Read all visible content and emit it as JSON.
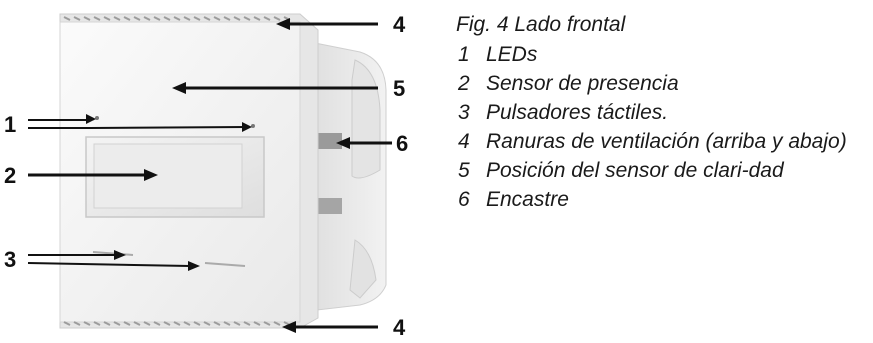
{
  "figure": {
    "caption": "Fig. 4 Lado frontal",
    "callouts": [
      "1",
      "2",
      "3",
      "4",
      "5",
      "6"
    ]
  },
  "legend": [
    {
      "num": "1",
      "text": "LEDs"
    },
    {
      "num": "2",
      "text": "Sensor de presencia"
    },
    {
      "num": "3",
      "text": "Pulsadores táctiles."
    },
    {
      "num": "4",
      "text": "Ranuras de ventilación (arriba y abajo)"
    },
    {
      "num": "5",
      "text": "Posición del sensor de clari-dad"
    },
    {
      "num": "6",
      "text": "Encastre"
    }
  ]
}
